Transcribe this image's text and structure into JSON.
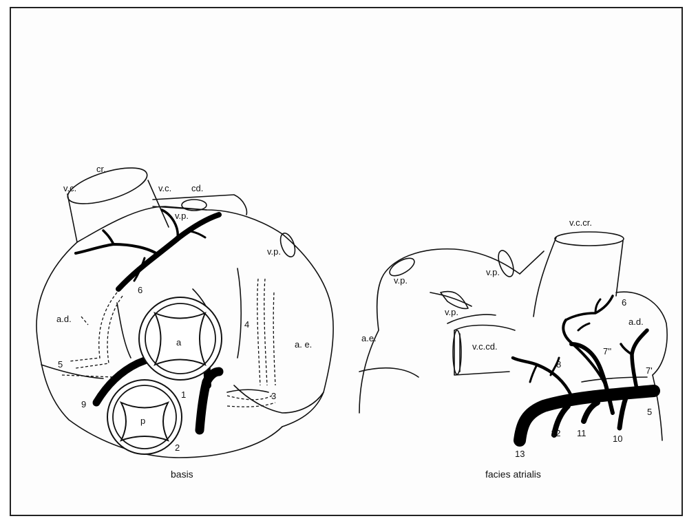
{
  "figure": {
    "basis": {
      "caption": "basis",
      "labels": {
        "vc_cr_1": "v.c.",
        "vc_cr_2": "cr.",
        "vc_cd_1": "v.c.",
        "vc_cd_2": "cd.",
        "vp_top": "v.p.",
        "vp_right": "v.p.",
        "ad": "a.d.",
        "ae": "a. e.",
        "a": "a",
        "p": "p",
        "n1": "1",
        "n2": "2",
        "n3": "3",
        "n4": "4",
        "n5": "5",
        "n6": "6",
        "n9": "9"
      }
    },
    "atrial": {
      "caption": "facies atrialis",
      "labels": {
        "vccr": "v.c.cr.",
        "vp1": "v.p.",
        "vp2": "v.p.",
        "vp3": "v.p.",
        "ae": "a.e.",
        "vccd": "v.c.cd.",
        "ad": "a.d.",
        "n6": "6",
        "n7a": "7''",
        "n7b": "7'",
        "n8": "8",
        "n5": "5",
        "n10": "10",
        "n11": "11",
        "n12": "12",
        "n13": "13"
      }
    }
  }
}
